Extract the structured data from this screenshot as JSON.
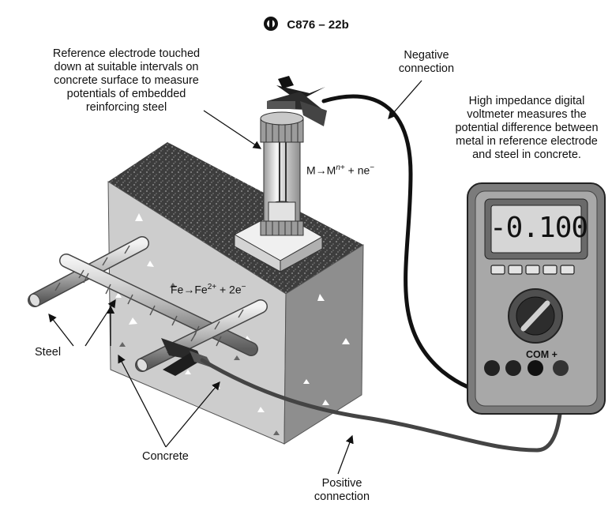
{
  "header": {
    "title": "C876 – 22b"
  },
  "labels": {
    "reference_electrode": [
      "Reference electrode touched",
      "down at suitable intervals on",
      "concrete surface to measure",
      "potentials of embedded",
      "reinforcing steel"
    ],
    "negative_connection": [
      "Negative",
      "connection"
    ],
    "voltmeter": [
      "High impedance digital",
      "voltmeter measures the",
      "potential difference between",
      "metal in reference electrode",
      "and steel in concrete."
    ],
    "steel": "Steel",
    "concrete": "Concrete",
    "positive_connection": [
      "Positive",
      "connection"
    ]
  },
  "equations": {
    "electrode": {
      "base": "M→M",
      "sup": "n+",
      "rest": " + ne",
      "sup2": "−"
    },
    "iron": {
      "base": "Fe→Fe",
      "sup": "2+",
      "rest": " + 2e",
      "sup2": "−"
    }
  },
  "meter": {
    "reading": "-0.100",
    "com_label": "COM +"
  },
  "colors": {
    "concrete_top": "#3a3a3a",
    "concrete_front": "#c9c9c9",
    "concrete_side": "#8c8c8c",
    "meter_body": "#7d7d7d",
    "wire_negative": "#111111",
    "wire_positive": "#444444"
  }
}
